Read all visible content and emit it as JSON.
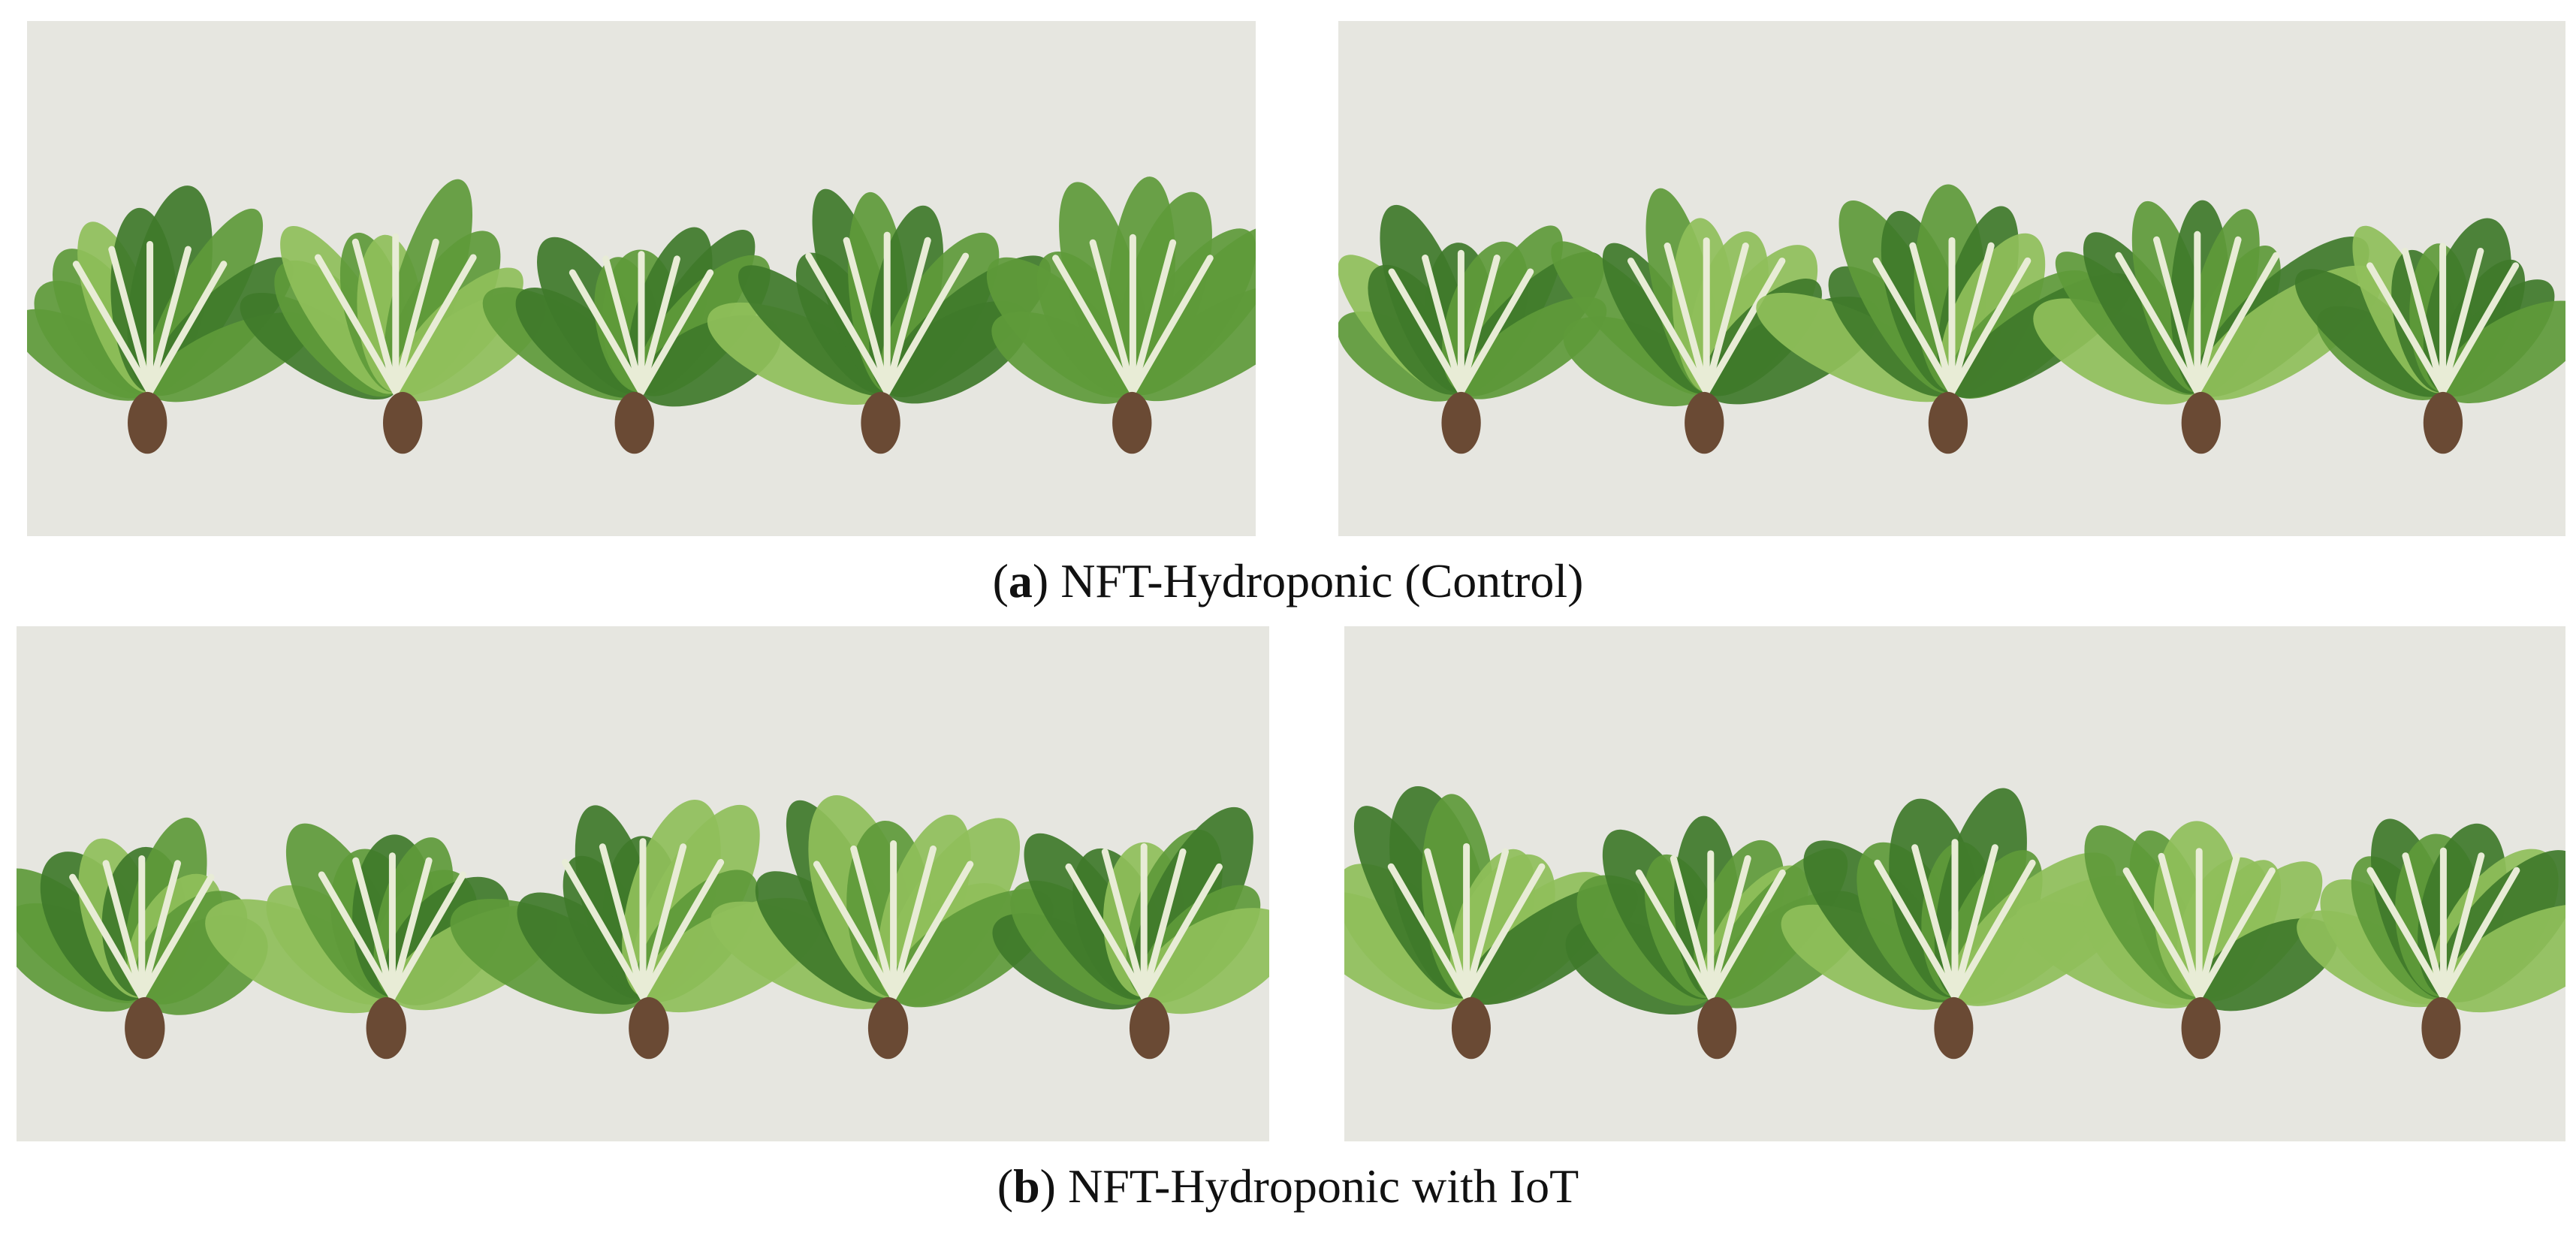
{
  "figure": {
    "panel_a": {
      "label": "a",
      "caption": "NFT-Hydroponic (Control)",
      "photos": [
        {
          "subject": "five-harvested-lettuce-plants",
          "plant_count": 5
        },
        {
          "subject": "five-harvested-lettuce-plants",
          "plant_count": 5
        }
      ]
    },
    "panel_b": {
      "label": "b",
      "caption": "NFT-Hydroponic with IoT",
      "photos": [
        {
          "subject": "five-harvested-lettuce-plants",
          "plant_count": 5
        },
        {
          "subject": "five-harvested-lettuce-plants",
          "plant_count": 5
        }
      ]
    }
  },
  "colors": {
    "backdrop": "#e6e6e0",
    "leaf_dark": "#3f7a2a",
    "leaf_mid": "#5e9a3a",
    "leaf_light": "#8fbf5a",
    "stem": "#e8ecd6",
    "root": "#6a4a34"
  }
}
